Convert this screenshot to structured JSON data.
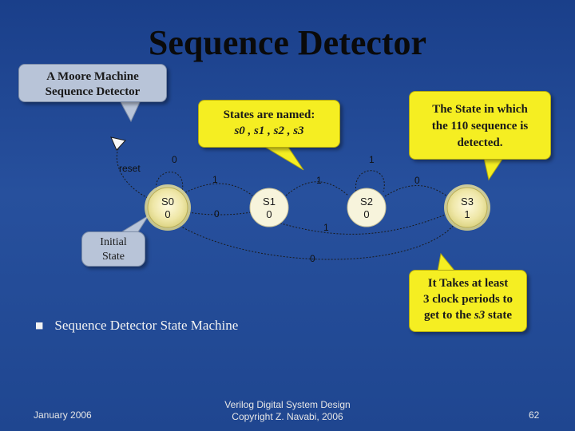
{
  "title": "Sequence Detector",
  "callouts": {
    "moore": [
      "A Moore Machine",
      "Sequence Detector"
    ],
    "states_named_line1": "States are named:",
    "states_named_line2": "s0 , s1 , s2 , s3",
    "detected": [
      "The State in which",
      "the 110 sequence is",
      "detected."
    ],
    "initial": [
      "Initial",
      "State"
    ],
    "clock_pre": "It Takes at least",
    "clock_mid": "3 clock periods to",
    "clock_last_a": "get to the ",
    "clock_last_b": "s3",
    "clock_last_c": " state"
  },
  "states": [
    {
      "name": "S0",
      "output": "0"
    },
    {
      "name": "S1",
      "output": "0"
    },
    {
      "name": "S2",
      "output": "0"
    },
    {
      "name": "S3",
      "output": "1"
    }
  ],
  "transitions": {
    "reset": "reset",
    "s0_self": "0",
    "s0_s1": "1",
    "s1_s0": "0",
    "s1_s2": "1",
    "s2_self": "1",
    "s2_s3": "0",
    "s3_s1": "1",
    "s3_s0": "0"
  },
  "bullet": "Sequence Detector State Machine",
  "footer": {
    "date": "January 2006",
    "center_line1": "Verilog Digital System Design",
    "center_line2": "Copyright Z. Navabi, 2006",
    "page": "62"
  },
  "colors": {
    "background": "#1f4690",
    "callout_yellow": "#f5ee22",
    "callout_grey": "#b8c4d8",
    "state_fill": "#e8e2a0"
  }
}
